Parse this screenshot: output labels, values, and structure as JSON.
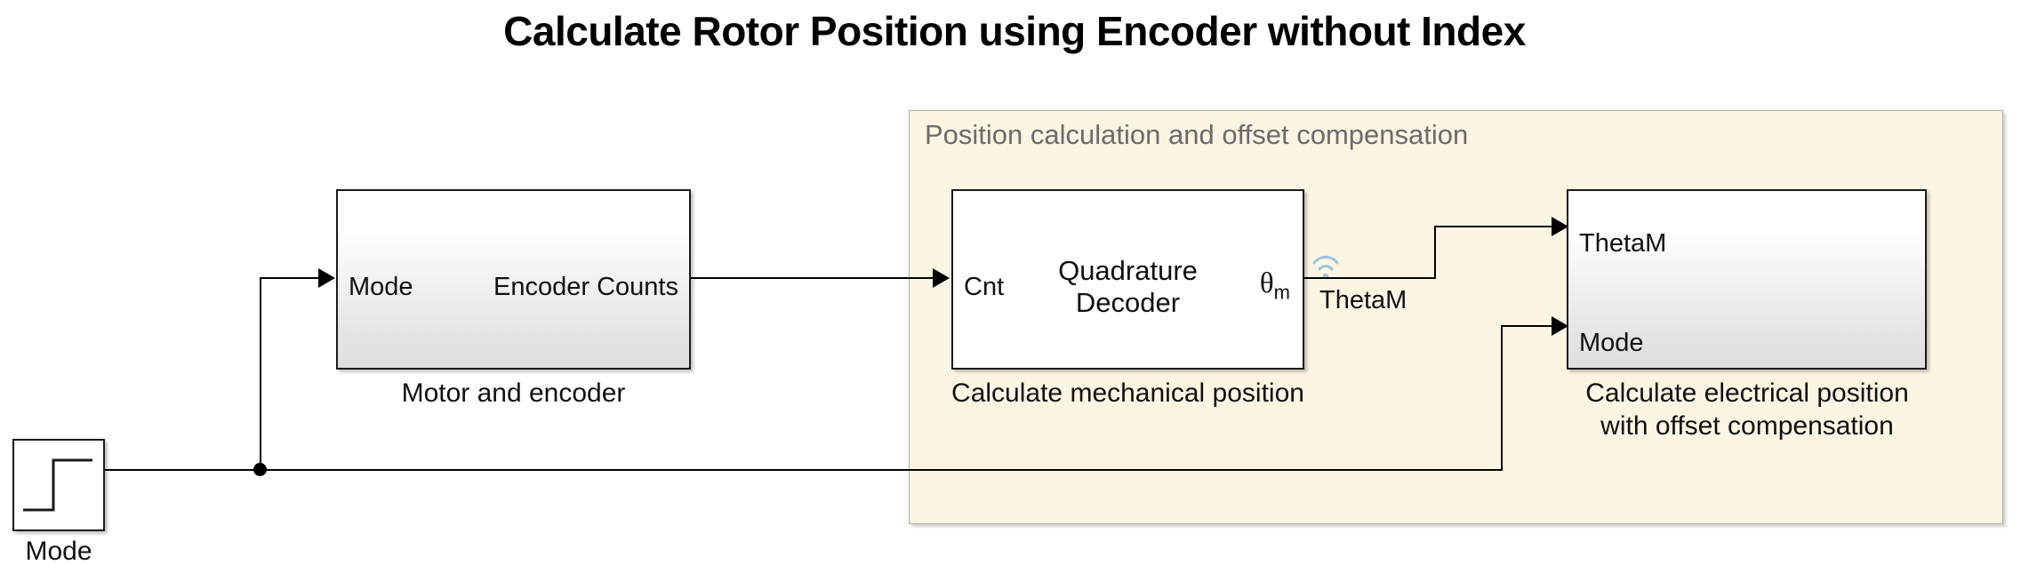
{
  "title": "Calculate Rotor Position using Encoder without Index",
  "area": {
    "label": "Position calculation and offset compensation",
    "fill_color": "#fdf5e3",
    "border_color": "#b3aea3"
  },
  "blocks": [
    {
      "id": "step-source",
      "type": "step",
      "caption": "Mode",
      "ports": {
        "in": [],
        "out": [
          "1"
        ]
      }
    },
    {
      "id": "motor-and-encoder",
      "type": "subsystem",
      "caption": "Motor and encoder",
      "center_text": "",
      "input_ports": [
        "Mode"
      ],
      "output_ports": [
        "Encoder Counts"
      ]
    },
    {
      "id": "quadrature-decoder",
      "type": "block",
      "caption": "Calculate mechanical position",
      "center_line1": "Quadrature",
      "center_line2": "Decoder",
      "input_ports": [
        "Cnt"
      ],
      "output_ports": [
        "θm"
      ]
    },
    {
      "id": "electrical-position",
      "type": "subsystem",
      "caption_line1": "Calculate electrical position",
      "caption_line2": "with offset compensation",
      "input_ports": [
        "ThetaM",
        "Mode"
      ],
      "output_ports": []
    }
  ],
  "signals": [
    {
      "name": "theta-m-signal",
      "label": "ThetaM"
    }
  ],
  "icons": {
    "broadcast": "broadcast-icon",
    "step_waveform": "step-waveform-icon"
  },
  "colors": {
    "wire": "#000000",
    "block_border": "#1a1a1a",
    "area_fill": "#fdf5e3",
    "area_text": "#6b6b6b",
    "broadcast": "#9dc3de"
  }
}
